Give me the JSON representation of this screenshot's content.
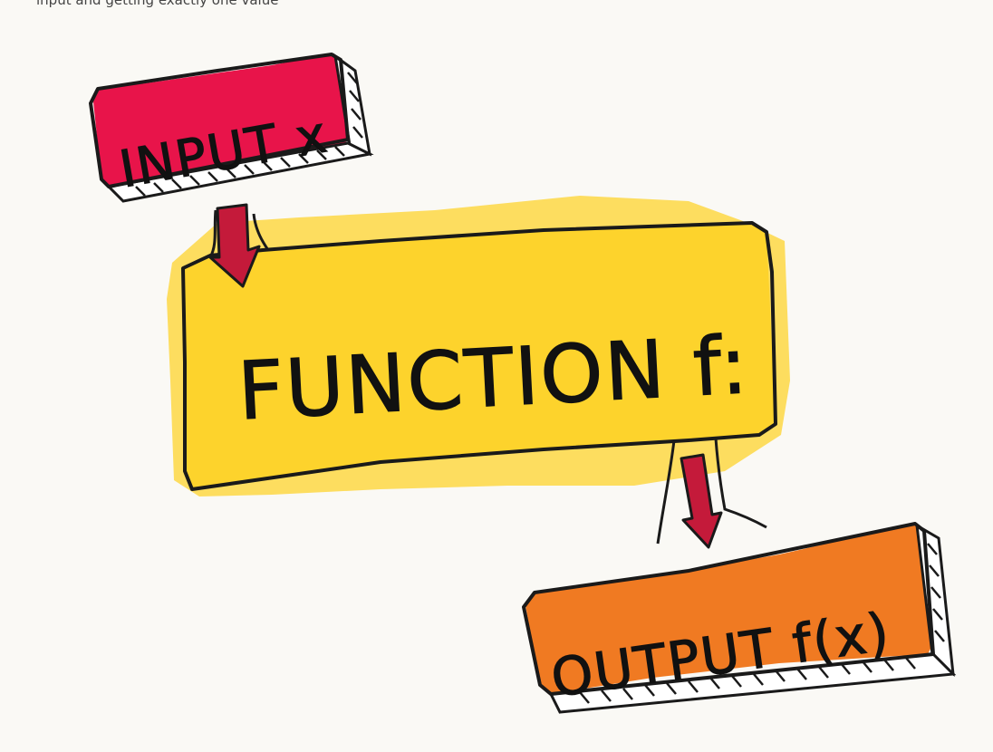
{
  "caption": "input and getting exactly one value",
  "input_box": {
    "label": "INPUT x",
    "color": "#e8144a"
  },
  "function_box": {
    "label": "FUNCTION f:",
    "color": "#fdd32c"
  },
  "output_box": {
    "label": "OUTPUT f(x)",
    "color": "#f07a22"
  },
  "arrow_color": "#c41a3a",
  "outline_color": "#1a1a1a",
  "background_color": "#faf9f5"
}
